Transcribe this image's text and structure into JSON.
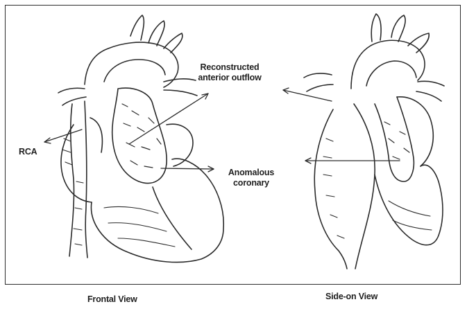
{
  "labels": {
    "reconstructed": "Reconstructed",
    "anterior_outflow": "anterior outflow",
    "rca": "RCA",
    "anomalous": "Anomalous",
    "coronary": "coronary",
    "frontal_view": "Frontal View",
    "side_view": "Side-on View"
  },
  "colors": {
    "ink": "#2a2a2a",
    "frame": "#2b2b2b",
    "background": "#ffffff"
  }
}
